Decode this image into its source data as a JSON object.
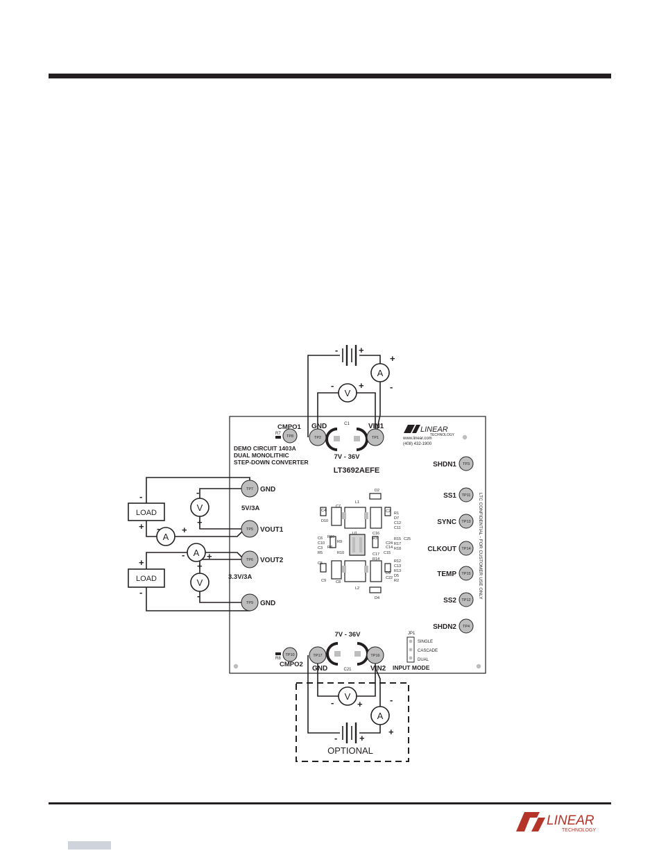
{
  "board": {
    "title_lines": [
      "DEMO CIRCUIT 1403A",
      "DUAL MONOLITHIC",
      "STEP-DOWN CONVERTER"
    ],
    "part_number": "LT3692AEFE",
    "company": {
      "logo_text": "LINEAR",
      "sub_text": "TECHNOLOGY",
      "url": "www.linear.com",
      "phone": "(408) 432-1900"
    },
    "confidential": "LTC CONFIDENTIAL - FOR CUSTOMER USE ONLY",
    "input_range_top": "7V - 36V",
    "input_range_bottom": "7V - 36V",
    "out1_rating": "5V/3A",
    "out2_rating": "3.3V/3A",
    "input_mode": {
      "title": "INPUT MODE",
      "jumper": "JP1",
      "options": [
        "SINGLE",
        "CASCADE",
        "DUAL"
      ]
    },
    "top_cap": "C1",
    "bottom_cap": "C21",
    "cmpo1": {
      "label": "CMPO1",
      "resistor": "R7"
    },
    "cmpo2": {
      "label": "CMPO2",
      "resistor": "R8"
    }
  },
  "testpoints": [
    {
      "id": "TP8",
      "label": ""
    },
    {
      "id": "TP2",
      "label": "GND"
    },
    {
      "id": "TP1",
      "label": "VIN1"
    },
    {
      "id": "TP7",
      "label": "GND"
    },
    {
      "id": "TP5",
      "label": "VOUT1"
    },
    {
      "id": "TP6",
      "label": "VOUT2"
    },
    {
      "id": "TP9",
      "label": "GND"
    },
    {
      "id": "TP3",
      "label": "SHDN1"
    },
    {
      "id": "TP11",
      "label": "SS1"
    },
    {
      "id": "TP13",
      "label": "SYNC"
    },
    {
      "id": "TP14",
      "label": "CLKOUT"
    },
    {
      "id": "TP15",
      "label": "TEMP"
    },
    {
      "id": "TP12",
      "label": "SS2"
    },
    {
      "id": "TP4",
      "label": "SHDN2"
    },
    {
      "id": "TP10",
      "label": ""
    },
    {
      "id": "TP17",
      "label": "GND"
    },
    {
      "id": "TP16",
      "label": "VIN2"
    }
  ],
  "components": [
    "L1",
    "D2",
    "C7",
    "C4",
    "D10",
    "C2",
    "R1",
    "D7",
    "C12",
    "C11",
    "C16",
    "R3",
    "R15",
    "C25",
    "R17",
    "R18",
    "U1",
    "R9",
    "C6",
    "C10",
    "C3",
    "R5",
    "R10",
    "C17",
    "R14",
    "C5",
    "C15",
    "R12",
    "C13",
    "R13",
    "D5",
    "R2",
    "D9",
    "C9",
    "C8",
    "C14",
    "C24",
    "L2",
    "D4",
    "R16",
    "R4",
    "C22"
  ],
  "instruments": {
    "load_label": "LOAD",
    "ammeter": "A",
    "voltmeter": "V",
    "plus": "+",
    "minus": "-"
  },
  "optional_label": "OPTIONAL",
  "colors": {
    "ink": "#231f20",
    "testpoint_fill": "#bdbdbd",
    "logo_red": "#b5342a"
  }
}
